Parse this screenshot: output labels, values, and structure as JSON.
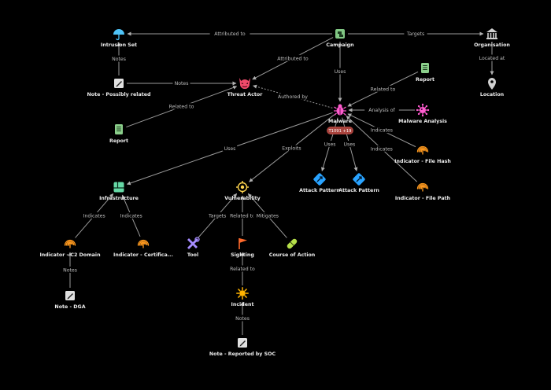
{
  "colors": {
    "background": "#000000",
    "edge": "#9a9a9a",
    "label": "#ececec",
    "edge_label": "#bdbdbd",
    "intrusion_set": "#4fc3f7",
    "campaign": "#81c784",
    "organisation": "#d0d0d0",
    "threat_actor": "#ef4a6a",
    "malware": "#ff5ccf",
    "malware_analysis": "#ff5ccf",
    "report": "#8bcf8b",
    "note": "#e0e0e0",
    "indicator": "#ff9a1f",
    "infrastructure": "#66d9a6",
    "vulnerability": "#ffd54f",
    "attack_pattern": "#29a3ff",
    "tool": "#a68cff",
    "sighting": "#ff6a2c",
    "course_of_action": "#b6e04a",
    "incident": "#ffb300",
    "location": "#d0d0d0",
    "badge_bg": "#a9433d"
  },
  "nodes": [
    {
      "id": "intrusion_set",
      "label": "Intrusion Set",
      "icon": "umbrella-icon",
      "type": "intrusion_set"
    },
    {
      "id": "campaign",
      "label": "Campaign",
      "icon": "campaign-icon",
      "type": "campaign"
    },
    {
      "id": "organisation",
      "label": "Organisation",
      "icon": "building-icon",
      "type": "organisation"
    },
    {
      "id": "note_possibly",
      "label": "Note - Possibly related",
      "icon": "note-icon",
      "type": "note"
    },
    {
      "id": "threat_actor",
      "label": "Threat Actor",
      "icon": "devil-icon",
      "type": "threat_actor"
    },
    {
      "id": "report_top",
      "label": "Report",
      "icon": "report-icon",
      "type": "report"
    },
    {
      "id": "location",
      "label": "Location",
      "icon": "map-pin-icon",
      "type": "location"
    },
    {
      "id": "malware",
      "label": "Malware",
      "icon": "bug-icon",
      "type": "malware"
    },
    {
      "id": "malware_analysis",
      "label": "Malware Analysis",
      "icon": "virus-icon",
      "type": "malware_analysis"
    },
    {
      "id": "report_left",
      "label": "Report",
      "icon": "report-icon",
      "type": "report"
    },
    {
      "id": "indicator_hash",
      "label": "Indicator - File Hash",
      "icon": "fingerprint-icon",
      "type": "indicator"
    },
    {
      "id": "attack_pattern_1",
      "label": "Attack Pattern",
      "icon": "attack-pattern-icon",
      "type": "attack_pattern"
    },
    {
      "id": "attack_pattern_2",
      "label": "Attack Pattern",
      "icon": "attack-pattern-icon",
      "type": "attack_pattern"
    },
    {
      "id": "indicator_path",
      "label": "Indicator - File Path",
      "icon": "fingerprint-icon",
      "type": "indicator"
    },
    {
      "id": "infrastructure",
      "label": "Infrastructure",
      "icon": "grid-icon",
      "type": "infrastructure"
    },
    {
      "id": "vulnerability",
      "label": "Vulnerability",
      "icon": "target-icon",
      "type": "vulnerability"
    },
    {
      "id": "indicator_c2",
      "label": "Indicator - C2 Domain",
      "icon": "fingerprint-icon",
      "type": "indicator"
    },
    {
      "id": "indicator_cert",
      "label": "Indicator - Certifica...",
      "icon": "fingerprint-icon",
      "type": "indicator"
    },
    {
      "id": "tool",
      "label": "Tool",
      "icon": "tools-icon",
      "type": "tool"
    },
    {
      "id": "sighting",
      "label": "Sighting",
      "icon": "flag-icon",
      "type": "sighting"
    },
    {
      "id": "course_of_action",
      "label": "Course of Action",
      "icon": "pill-icon",
      "type": "course_of_action"
    },
    {
      "id": "note_dga",
      "label": "Note - DGA",
      "icon": "note-icon",
      "type": "note"
    },
    {
      "id": "incident",
      "label": "Incident",
      "icon": "incident-icon",
      "type": "incident"
    },
    {
      "id": "note_soc",
      "label": "Note - Reported by SOC",
      "icon": "note-icon",
      "type": "note"
    }
  ],
  "malware_badge": "T1091  +19",
  "edges": [
    {
      "from": "campaign",
      "to": "intrusion_set",
      "label": "Attributed to"
    },
    {
      "from": "campaign",
      "to": "organisation",
      "label": "Targets"
    },
    {
      "from": "note_possibly",
      "to": "intrusion_set",
      "label": "Notes"
    },
    {
      "from": "campaign",
      "to": "threat_actor",
      "label": "Attributed to"
    },
    {
      "from": "note_possibly",
      "to": "threat_actor",
      "label": "Notes"
    },
    {
      "from": "organisation",
      "to": "location",
      "label": "Located at"
    },
    {
      "from": "campaign",
      "to": "malware",
      "label": "Uses"
    },
    {
      "from": "report_left",
      "to": "threat_actor",
      "label": "Related to"
    },
    {
      "from": "malware",
      "to": "threat_actor",
      "label": "Authored by",
      "dashed": true
    },
    {
      "from": "report_top",
      "to": "malware",
      "label": "Related to"
    },
    {
      "from": "malware_analysis",
      "to": "malware",
      "label": "Analysis of"
    },
    {
      "from": "indicator_hash",
      "to": "malware",
      "label": "Indicates"
    },
    {
      "from": "indicator_path",
      "to": "malware",
      "label": "Indicates"
    },
    {
      "from": "malware",
      "to": "attack_pattern_1",
      "label": "Uses"
    },
    {
      "from": "malware",
      "to": "attack_pattern_2",
      "label": "Uses"
    },
    {
      "from": "malware",
      "to": "infrastructure",
      "label": "Uses"
    },
    {
      "from": "malware",
      "to": "vulnerability",
      "label": "Exploits"
    },
    {
      "from": "indicator_c2",
      "to": "infrastructure",
      "label": "Indicates"
    },
    {
      "from": "indicator_cert",
      "to": "infrastructure",
      "label": "Indicates"
    },
    {
      "from": "tool",
      "to": "vulnerability",
      "label": "Targets"
    },
    {
      "from": "sighting",
      "to": "vulnerability",
      "label": "Related to"
    },
    {
      "from": "course_of_action",
      "to": "vulnerability",
      "label": "Mitigates"
    },
    {
      "from": "note_dga",
      "to": "indicator_c2",
      "label": "Notes"
    },
    {
      "from": "incident",
      "to": "sighting",
      "label": "Related to"
    },
    {
      "from": "note_soc",
      "to": "incident",
      "label": "Notes"
    }
  ]
}
